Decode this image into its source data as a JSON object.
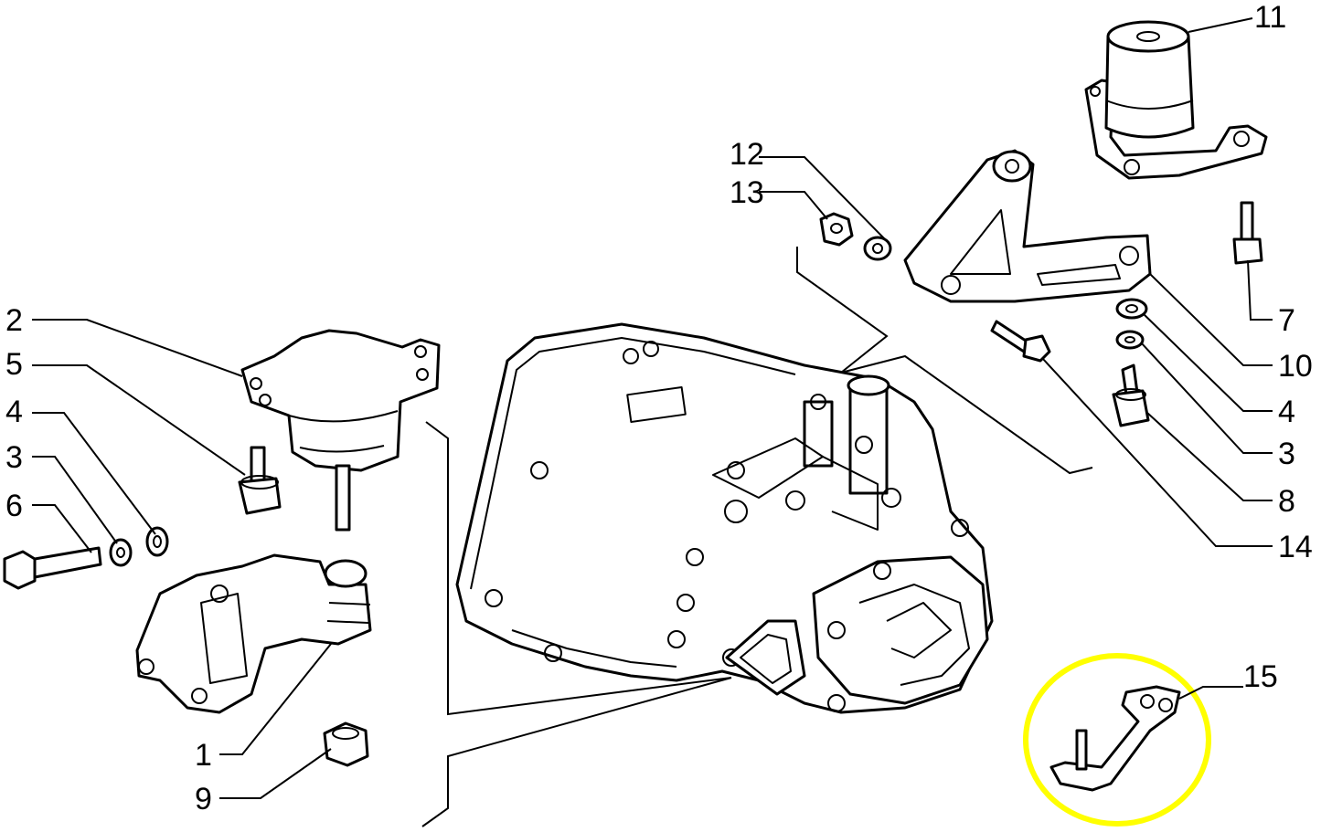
{
  "labels": {
    "l1": "1",
    "l2": "2",
    "l3_left": "3",
    "l3_right": "3",
    "l4_left": "4",
    "l4_right": "4",
    "l5": "5",
    "l6": "6",
    "l7": "7",
    "l8": "8",
    "l9": "9",
    "l10": "10",
    "l11": "11",
    "l12": "12",
    "l13": "13",
    "l14": "14",
    "l15": "15"
  },
  "colors": {
    "line": "#000000",
    "highlight": "#ffff00",
    "background": "#ffffff"
  }
}
